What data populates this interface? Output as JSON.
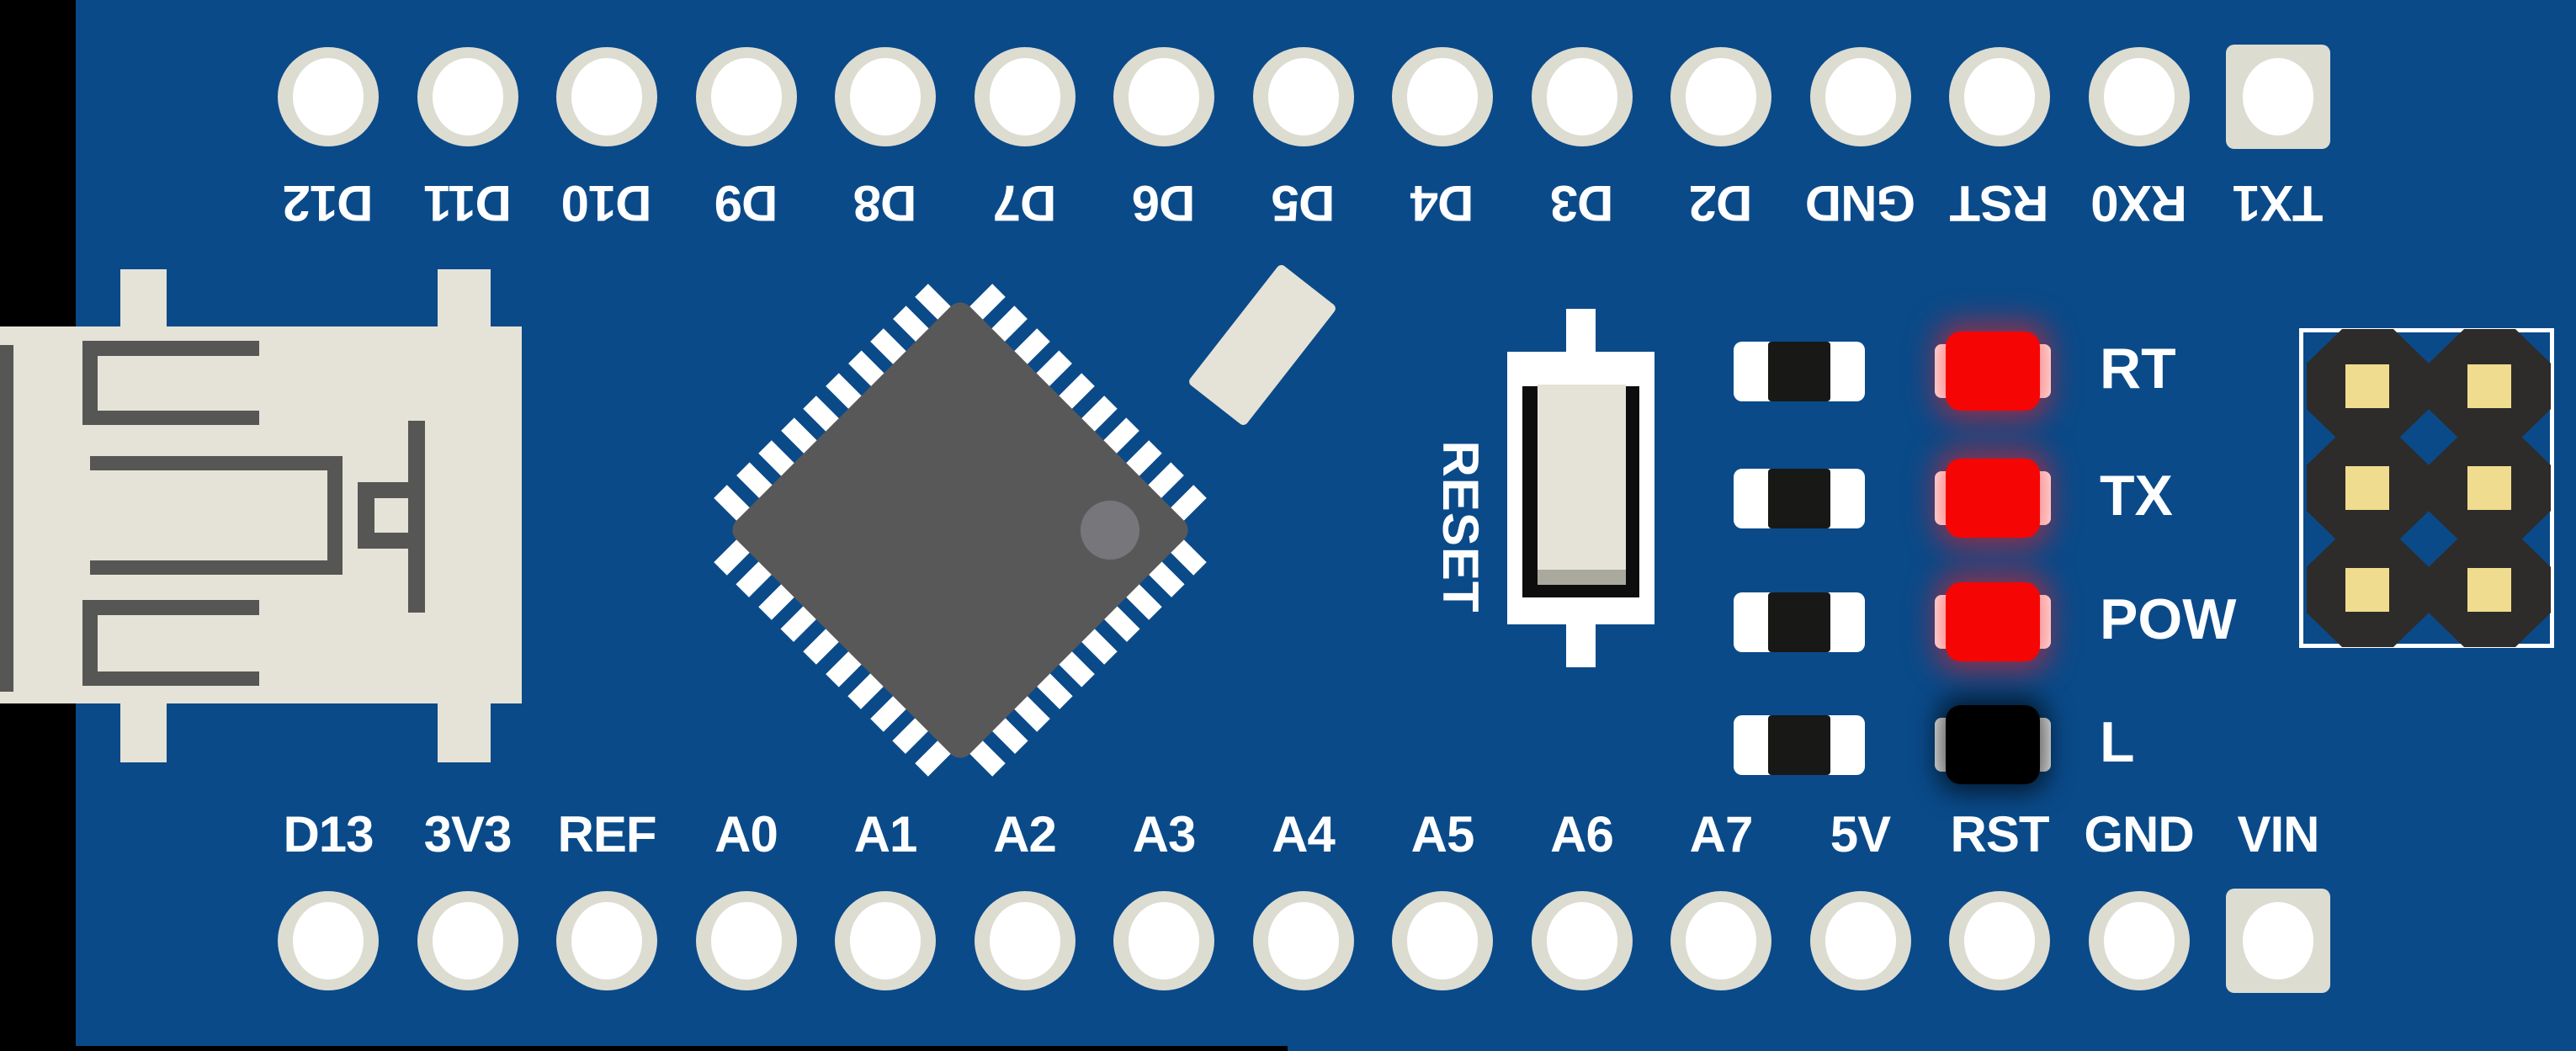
{
  "board": {
    "title": "Arduino Nano board illustration",
    "colors": {
      "pcb_blue": "#0a4a89",
      "off_board_black": "#000000",
      "silkscreen_white": "#ffffff",
      "pad_cream": "#dddcd1",
      "component_cream": "#e5e3d7",
      "connector_gray": "#565655",
      "chip_gray": "#595859",
      "chip_dot_gray": "#77777b",
      "resistor_black": "#181817",
      "icsp_pad_dark": "#2d2c2a",
      "icsp_gold": "#f0dc8e",
      "led_red": "#f60505",
      "led_off_black": "#000000"
    },
    "top_pins": [
      "D12",
      "D11",
      "D10",
      "D9",
      "D8",
      "D7",
      "D6",
      "D5",
      "D4",
      "D3",
      "D2",
      "GND",
      "RST",
      "RX0",
      "TX1"
    ],
    "bottom_pins": [
      "D13",
      "3V3",
      "REF",
      "A0",
      "A1",
      "A2",
      "A3",
      "A4",
      "A5",
      "A6",
      "A7",
      "5V",
      "RST",
      "GND",
      "VIN"
    ],
    "reset_button": {
      "label": "RESET"
    },
    "leds": [
      {
        "label": "RT",
        "color": "#f60505",
        "on": true
      },
      {
        "label": "TX",
        "color": "#f60505",
        "on": true
      },
      {
        "label": "POW",
        "color": "#f60505",
        "on": true
      },
      {
        "label": "L",
        "color": "#000000",
        "on": false
      }
    ],
    "resistor_count": 4,
    "icsp_header": {
      "rows": 3,
      "cols": 2
    }
  }
}
